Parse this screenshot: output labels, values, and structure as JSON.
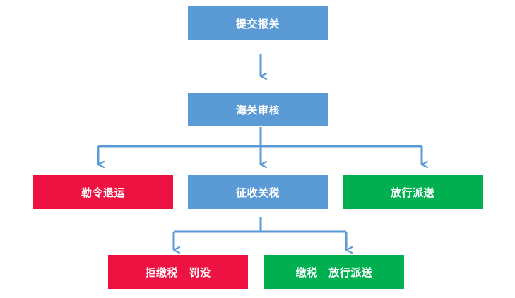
{
  "colors": {
    "process": "#5b9bd5",
    "negative": "#ed1241",
    "positive": "#00b050",
    "connector": "#5b9bd5"
  },
  "flow": {
    "submit": "提交报关",
    "review": "海关审核",
    "order_return": "勒令退运",
    "collect_tax": "征收关税",
    "release": "放行派送",
    "refuse_penalty": "拒缴税　罚没",
    "pay_release": "缴税　放行派送"
  }
}
